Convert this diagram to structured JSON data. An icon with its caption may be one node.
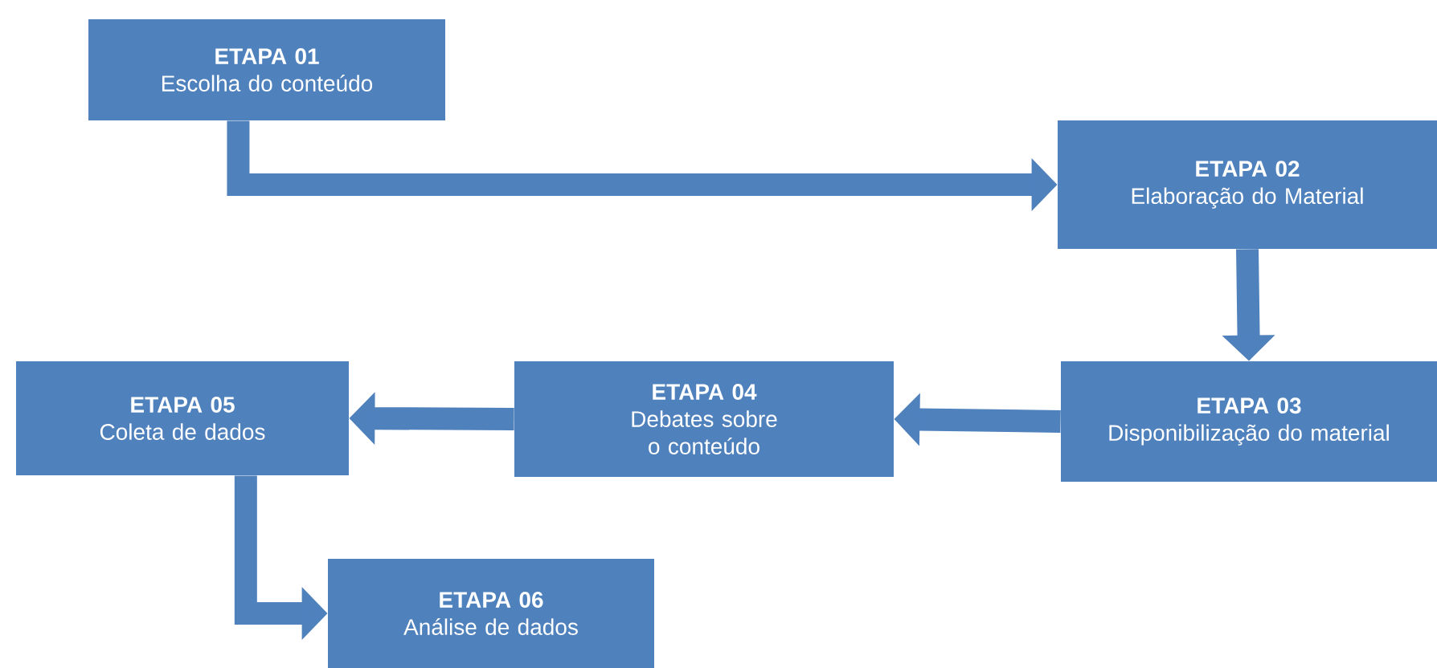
{
  "diagram": {
    "nodes": [
      {
        "text": [
          "ETAPA 01",
          "Escolha do conteúdo"
        ]
      },
      {
        "text": [
          "ETAPA 02",
          "Elaboração do Material"
        ]
      },
      {
        "text": [
          "ETAPA 03",
          "Disponibilização do material"
        ]
      },
      {
        "text": [
          "ETAPA 04",
          "Debates sobre o conteúdo"
        ]
      },
      {
        "text": [
          "ETAPA 05",
          "Coleta de dados"
        ]
      },
      {
        "text": [
          "ETAPA 06",
          "Análise de dados"
        ]
      }
    ],
    "edges": [
      {
        "from": 0,
        "to": 1,
        "arrow": "to"
      },
      {
        "from": 1,
        "to": 2,
        "arrow": "to"
      },
      {
        "from": 2,
        "to": 3,
        "arrow": "to"
      },
      {
        "from": 3,
        "to": 4,
        "arrow": "to"
      },
      {
        "from": 4,
        "to": 5,
        "arrow": "to"
      }
    ]
  }
}
